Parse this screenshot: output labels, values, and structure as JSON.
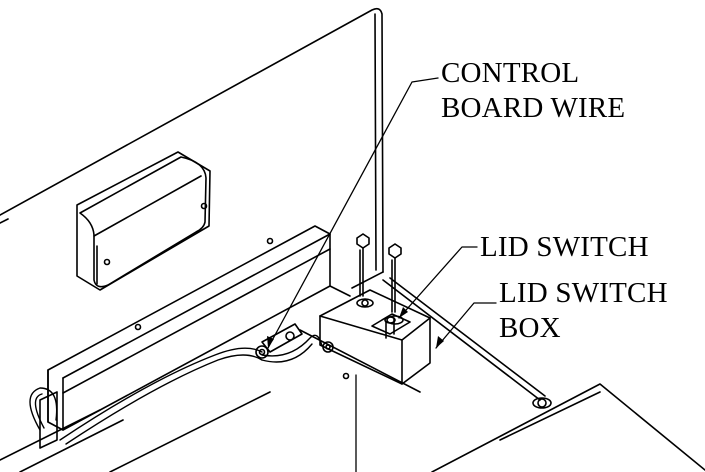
{
  "callouts": {
    "control_board_wire": [
      "CONTROL",
      "BOARD WIRE"
    ],
    "lid_switch": "LID SWITCH",
    "lid_switch_box": [
      "LID SWITCH",
      "BOX"
    ]
  }
}
